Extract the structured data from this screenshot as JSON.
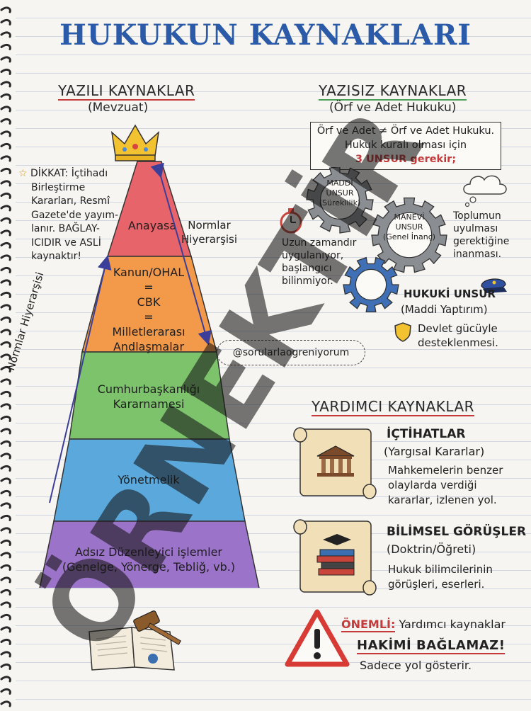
{
  "title": "HUKUKUN KAYNAKLARI",
  "written": {
    "heading": "YAZILI KAYNAKLAR",
    "subheading": "(Mevzuat)",
    "pyramid_levels": [
      {
        "label": "Anayasa",
        "color": "#e8646b"
      },
      {
        "label_lines": [
          "Kanun/OHAL",
          "=",
          "CBK",
          "=",
          "Milletlerarası",
          "Andlaşmalar"
        ],
        "color": "#f29a4a"
      },
      {
        "label_lines": [
          "Cumhurbaşkanlığı",
          "Kararnamesi"
        ],
        "color": "#7cc36b"
      },
      {
        "label": "Yönetmelik",
        "color": "#5aa8dc"
      },
      {
        "label_lines": [
          "Adsız Düzenleyici işlemler",
          "(Genelge, Yönerge, Tebliğ, vb.)"
        ],
        "color": "#9b74c9"
      }
    ],
    "arrow_right_label_lines": [
      "Normlar",
      "Hiyerarşisi"
    ],
    "arrow_left_label": "Normlar Hiyerarşisi",
    "note_lines": [
      "DİKKAT: İçtihadı",
      "Birleştirme",
      "Kararları, Resmî",
      "Gazete'de yayım-",
      "lanır. BAĞLAY-",
      "ICIDIR ve ASLİ",
      "kaynaktır!"
    ],
    "note_star": "☆"
  },
  "unwritten": {
    "heading": "YAZISIZ KAYNAKLAR",
    "subheading": "(Örf ve Adet Hukuku)",
    "box_lines": [
      "Örf ve Adet ≠ Örf ve Adet Hukuku.",
      "Hukuk kuralı olması için",
      "3 UNSUR gerekir;"
    ],
    "gear1_lines": [
      "MADDİ",
      "UNSUR",
      "(Süreklilik)"
    ],
    "gear2_lines": [
      "MANEVİ",
      "UNSUR",
      "(Genel İnanç)"
    ],
    "clock_text_lines": [
      "Uzun zamandır",
      "uygulanıyor,",
      "başlangıcı",
      "bilinmiyor."
    ],
    "cloud_text_lines": [
      "Toplumun",
      "uyulması",
      "gerektiğine",
      "inanması."
    ],
    "legal_title": "HUKUKİ UNSUR",
    "legal_sub": "(Maddi Yaptırım)",
    "shield_text_lines": [
      "Devlet gücüyle",
      "desteklenmesi."
    ],
    "handle": "@sorularlaogreniyorum"
  },
  "auxiliary": {
    "heading": "YARDIMCI KAYNAKLAR",
    "item1_title": "İÇTİHATLAR",
    "item1_sub": "(Yargısal Kararlar)",
    "item1_lines": [
      "Mahkemelerin benzer",
      "olaylarda verdiği",
      "kararlar, izlenen yol."
    ],
    "item2_title": "BİLİMSEL GÖRÜŞLER",
    "item2_sub": "(Doktrin/Öğreti)",
    "item2_lines": [
      "Hukuk bilimcilerinin",
      "görüşleri, eserleri."
    ],
    "warning_label": "ÖNEMLİ:",
    "warning_rest": "Yardımcı kaynaklar",
    "warning_line2": "HAKİMİ BAĞLAMAZ!",
    "warning_line3": "Sadece yol gösterir."
  },
  "watermark": "ÖRNEKTİR",
  "colors": {
    "title_blue": "#2b5aa8",
    "red_underline": "#c53a3a",
    "green_underline": "#4a9e55",
    "gear_gray": "#8a8d92",
    "gear_blue": "#3f6fb5",
    "scroll": "#f1dfb8",
    "crown": "#f2c230",
    "arrow": "#3b3f99"
  }
}
